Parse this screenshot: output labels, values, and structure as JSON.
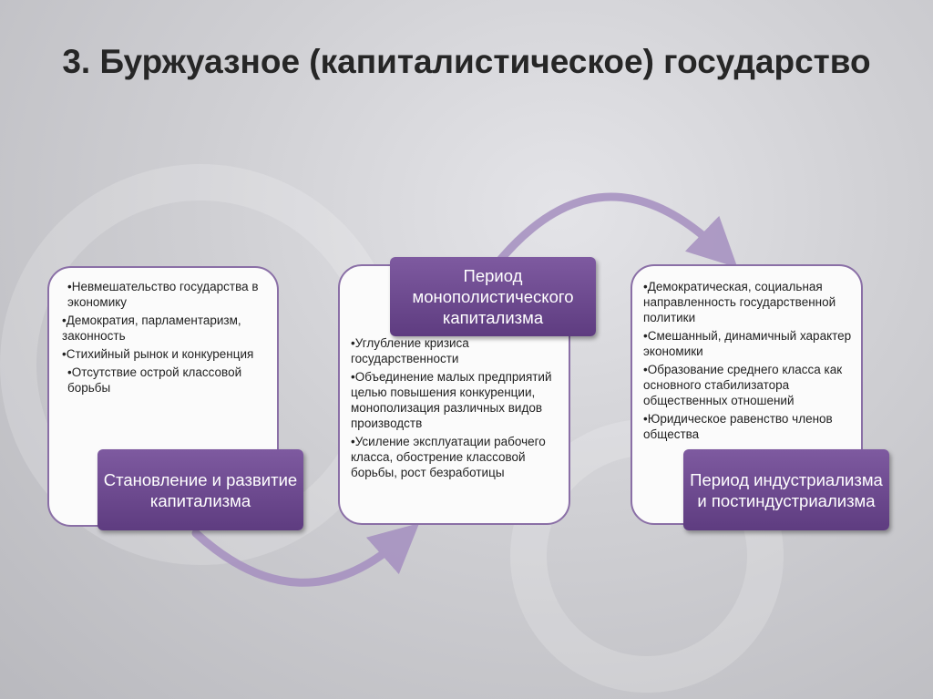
{
  "title": "3. Буржуазное (капиталистическое) государство",
  "stages": [
    {
      "label": "Становление и развитие капитализма",
      "items": [
        "Невмешательство государства в экономику",
        "Демократия, парламентаризм, законность",
        "Стихийный рынок и конкуренция",
        "Отсутствие острой классовой борьбы"
      ]
    },
    {
      "label": "Период монополистического капитализма",
      "items": [
        "Углубление кризиса государственности",
        "Объединение малых предприятий целью повышения конкуренции, монополизация различных видов производств",
        "Усиление эксплуатации рабочего класса, обострение классовой борьбы, рост безработицы"
      ]
    },
    {
      "label": "Период индустриализма и постиндустриализма",
      "items": [
        "Демократическая, социальная направленность государственной политики",
        "Смешанный, динамичный характер экономики",
        "Образование среднего класса как основного стабилизатора общественных отношений",
        "Юридическое равенство членов общества"
      ]
    }
  ],
  "colors": {
    "label": "#6b4a8e",
    "card_border": "#8a6fa6",
    "arrow": "#a58fc0"
  }
}
